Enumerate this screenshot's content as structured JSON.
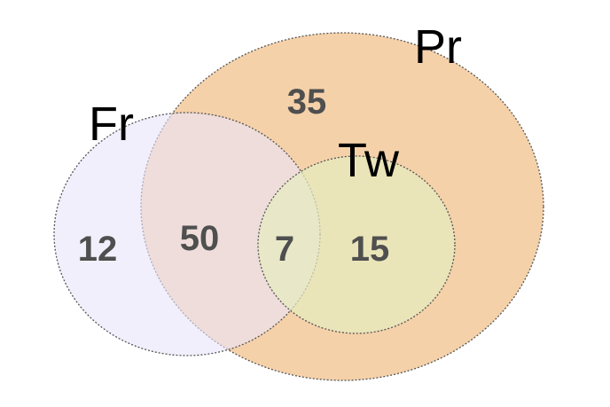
{
  "diagram": {
    "sets": [
      {
        "id": "pr",
        "label": "Pr",
        "fill": "#f2c28c"
      },
      {
        "id": "fr",
        "label": "Fr",
        "fill": "#e9e4fb"
      },
      {
        "id": "tw",
        "label": "Tw",
        "fill": "#e5edc0"
      }
    ],
    "regions": [
      {
        "id": "pr-only",
        "sets": [
          "Pr"
        ],
        "count": "35"
      },
      {
        "id": "fr-only",
        "sets": [
          "Fr"
        ],
        "count": "12"
      },
      {
        "id": "fr-pr",
        "sets": [
          "Fr",
          "Pr"
        ],
        "count": "50"
      },
      {
        "id": "fr-pr-tw",
        "sets": [
          "Fr",
          "Pr",
          "Tw"
        ],
        "count": "7"
      },
      {
        "id": "pr-tw",
        "sets": [
          "Pr",
          "Tw"
        ],
        "count": "15"
      }
    ],
    "colors": {
      "outline": "#555555",
      "count_text": "#4f4f4f"
    }
  }
}
